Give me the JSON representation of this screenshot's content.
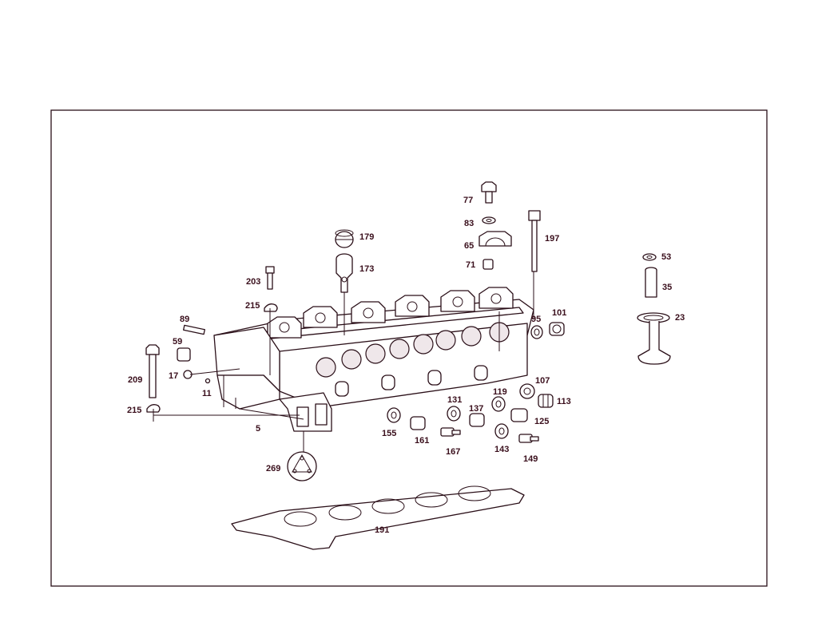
{
  "diagram": {
    "callouts": [
      {
        "id": "c77",
        "label": "77"
      },
      {
        "id": "c83",
        "label": "83"
      },
      {
        "id": "c65",
        "label": "65"
      },
      {
        "id": "c71",
        "label": "71"
      },
      {
        "id": "c197",
        "label": "197"
      },
      {
        "id": "c179",
        "label": "179"
      },
      {
        "id": "c173",
        "label": "173"
      },
      {
        "id": "c203",
        "label": "203"
      },
      {
        "id": "c215a",
        "label": "215"
      },
      {
        "id": "c89",
        "label": "89"
      },
      {
        "id": "c59",
        "label": "59"
      },
      {
        "id": "c209",
        "label": "209"
      },
      {
        "id": "c17",
        "label": "17"
      },
      {
        "id": "c11",
        "label": "11"
      },
      {
        "id": "c215b",
        "label": "215"
      },
      {
        "id": "c5",
        "label": "5"
      },
      {
        "id": "c269",
        "label": "269"
      },
      {
        "id": "c191",
        "label": "191"
      },
      {
        "id": "c95",
        "label": "95"
      },
      {
        "id": "c101",
        "label": "101"
      },
      {
        "id": "c107",
        "label": "107"
      },
      {
        "id": "c113",
        "label": "113"
      },
      {
        "id": "c119",
        "label": "119"
      },
      {
        "id": "c125",
        "label": "125"
      },
      {
        "id": "c131",
        "label": "131"
      },
      {
        "id": "c137",
        "label": "137"
      },
      {
        "id": "c143",
        "label": "143"
      },
      {
        "id": "c149",
        "label": "149"
      },
      {
        "id": "c155",
        "label": "155"
      },
      {
        "id": "c161",
        "label": "161"
      },
      {
        "id": "c167",
        "label": "167"
      },
      {
        "id": "c53",
        "label": "53"
      },
      {
        "id": "c35",
        "label": "35"
      },
      {
        "id": "c23",
        "label": "23"
      }
    ]
  },
  "colors": {
    "line": "#2a0f18",
    "label": "#3a0f1c",
    "background": "#ffffff"
  }
}
